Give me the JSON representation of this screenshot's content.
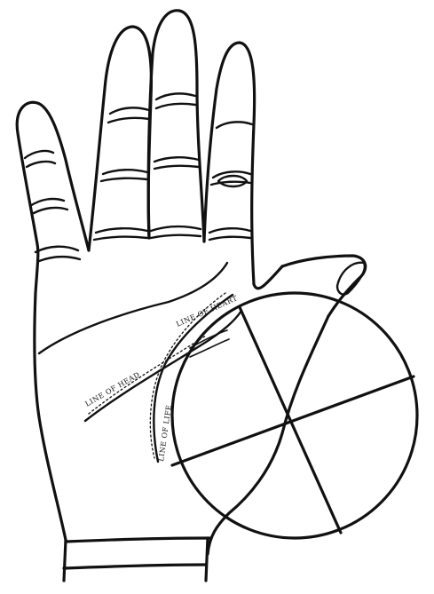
{
  "labels": {
    "upper_line": "LINE OF HEART",
    "middle_line": "LINE OF HEAD",
    "life_line": "LINE OF LIFE"
  },
  "colors": {
    "ink": "#111111",
    "paper": "#ffffff"
  }
}
